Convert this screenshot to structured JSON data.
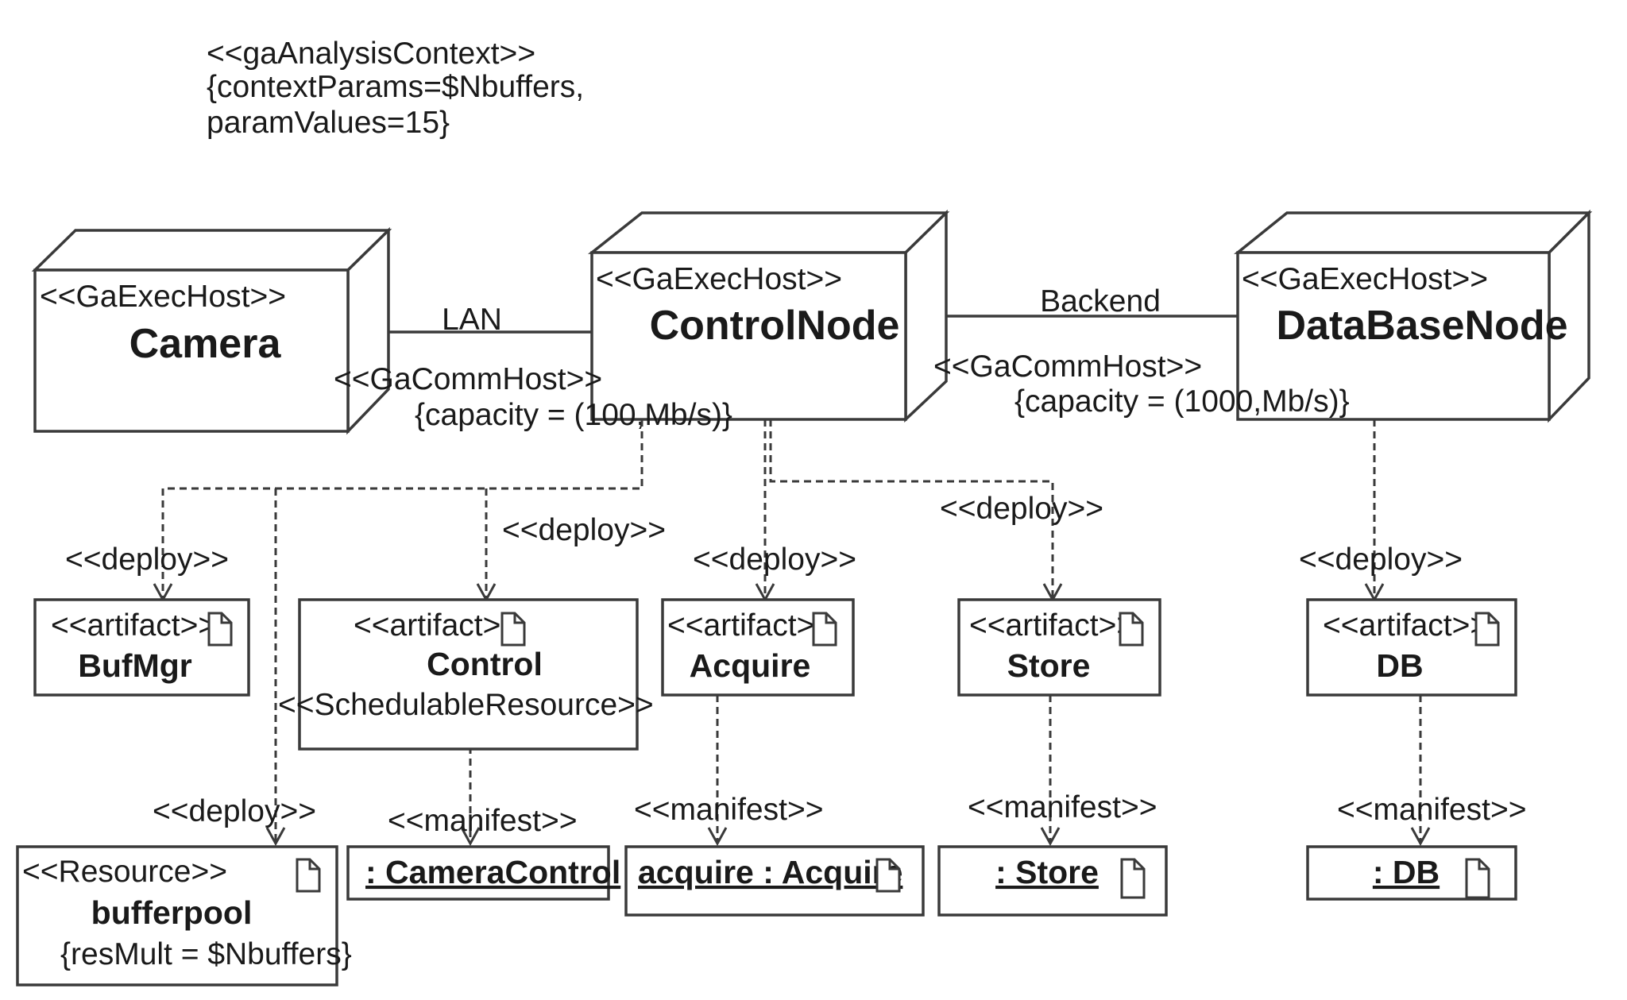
{
  "context": {
    "line1": "<<gaAnalysisContext>>",
    "line2": "{contextParams=$Nbuffers,",
    "line3": "paramValues=15}"
  },
  "nodes": {
    "camera": {
      "stereotype": "<<GaExecHost>>",
      "name": "Camera"
    },
    "control": {
      "stereotype": "<<GaExecHost>>",
      "name": "ControlNode"
    },
    "database": {
      "stereotype": "<<GaExecHost>>",
      "name": "DataBaseNode"
    }
  },
  "links": {
    "lan": {
      "name": "LAN",
      "stereotype": "<<GaCommHost>>",
      "capacity": "{capacity = (100,Mb/s)}"
    },
    "backend": {
      "name": "Backend",
      "stereotype": "<<GaCommHost>>",
      "capacity": "{capacity = (1000,Mb/s)}"
    }
  },
  "artifacts": {
    "bufmgr": {
      "stereotype": "<<artifact>>",
      "name": "BufMgr"
    },
    "control": {
      "stereotype": "<<artifact>>",
      "name": "Control",
      "extra": "<<SchedulableResource>>"
    },
    "acquire": {
      "stereotype": "<<artifact>>",
      "name": "Acquire"
    },
    "store": {
      "stereotype": "<<artifact>>",
      "name": "Store"
    },
    "db": {
      "stereotype": "<<artifact>>",
      "name": "DB"
    }
  },
  "instances": {
    "bufferpool": {
      "stereotype": "<<Resource>>",
      "name": "bufferpool",
      "constraint": "{resMult = $Nbuffers}"
    },
    "cameracontrol": {
      "name": ": CameraControl"
    },
    "acquire": {
      "name": "acquire : Acquire"
    },
    "store": {
      "name": ": Store"
    },
    "db": {
      "name": ": DB"
    }
  },
  "labels": {
    "deploy": "<<deploy>>",
    "manifest": "<<manifest>>"
  }
}
